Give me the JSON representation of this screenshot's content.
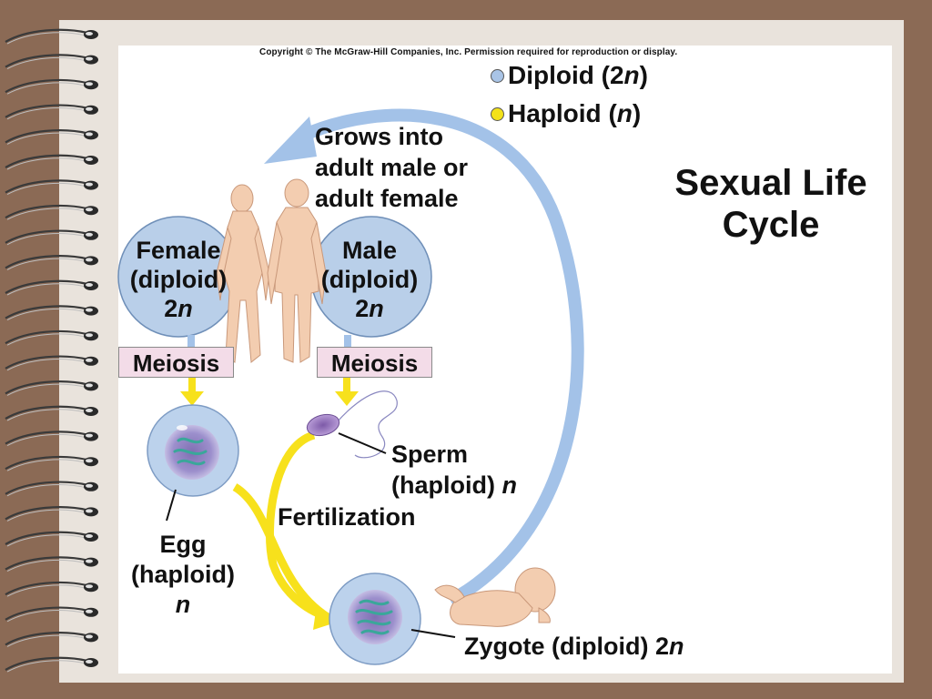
{
  "copyright": "Copyright © The McGraw-Hill Companies, Inc. Permission required for reproduction or display.",
  "title": [
    "Sexual Life",
    "Cycle"
  ],
  "legend": {
    "diploid": {
      "label": "Diploid (2",
      "unit": "n",
      "close": ")",
      "color": "#a9c4e6"
    },
    "haploid": {
      "label": "Haploid (",
      "unit": "n",
      "close": ")",
      "color": "#f3e21a"
    }
  },
  "grows_into": [
    "Grows into",
    "adult male or",
    "adult female"
  ],
  "female": {
    "line1": "Female",
    "line2": "(diploid)",
    "ploidy_num": "2",
    "ploidy_n": "n"
  },
  "male": {
    "line1": "Male",
    "line2": "(diploid)",
    "ploidy_num": "2",
    "ploidy_n": "n"
  },
  "meiosis_female": "Meiosis",
  "meiosis_male": "Meiosis",
  "sperm": {
    "line1": "Sperm",
    "line2": "(haploid)",
    "n": "n"
  },
  "fertilization": "Fertilization",
  "egg": {
    "line1": "Egg",
    "line2": "(haploid)",
    "n": "n"
  },
  "zygote": {
    "label": "Zygote (diploid) 2",
    "n": "n"
  },
  "colors": {
    "diploid_fill": "#b9cfe9",
    "arrow_blue": "#a3c2e8",
    "arrow_yellow": "#f7e11c"
  }
}
